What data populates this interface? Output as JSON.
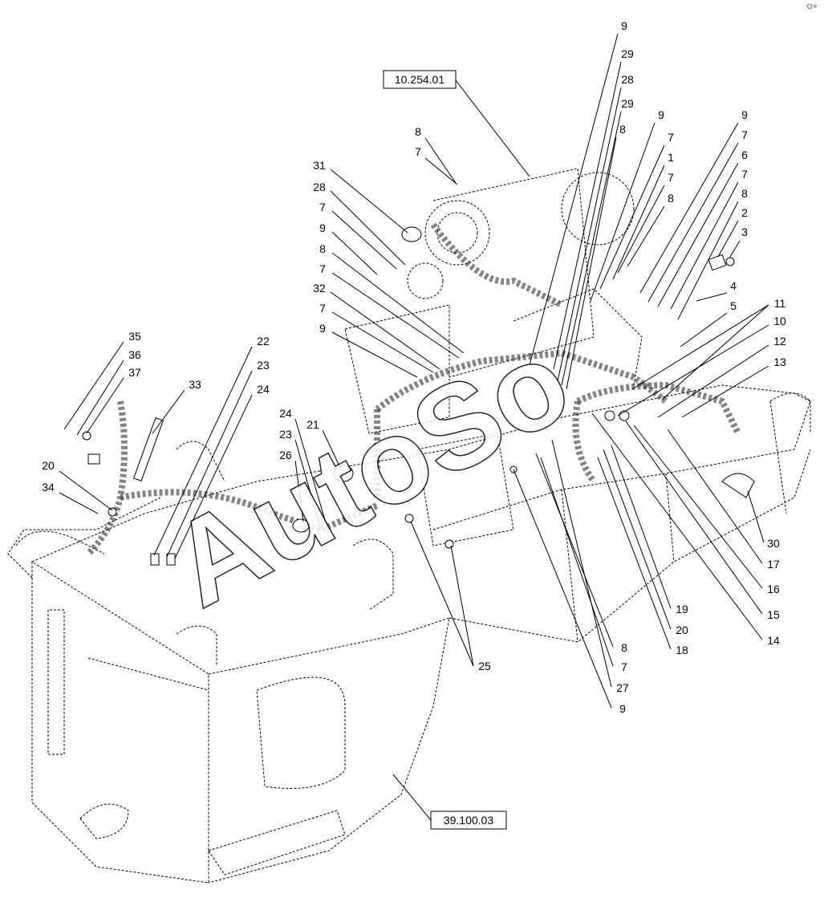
{
  "diagram": {
    "reference_boxes": [
      "10.254.01",
      "39.100.03"
    ],
    "callouts_top_right_column": [
      "9",
      "29",
      "28",
      "29",
      "8",
      "9",
      "7",
      "1",
      "7",
      "8"
    ],
    "callouts_right_column": [
      "9",
      "7",
      "6",
      "7",
      "8",
      "2",
      "3",
      "4",
      "5",
      "11",
      "10",
      "12",
      "13"
    ],
    "callouts_left_column": [
      "31",
      "28",
      "7",
      "9",
      "8",
      "7",
      "32",
      "7",
      "9"
    ],
    "callouts_top_left": [
      "8",
      "7"
    ],
    "callouts_far_left": [
      "35",
      "36",
      "37",
      "33",
      "20",
      "34"
    ],
    "callouts_mid_left": [
      "22",
      "23",
      "24",
      "24",
      "23",
      "26",
      "21"
    ],
    "callouts_bottom_middle": [
      "25",
      "8",
      "7",
      "27",
      "9"
    ],
    "callouts_bottom_right": [
      "19",
      "20",
      "18",
      "30",
      "17",
      "16",
      "15",
      "14"
    ],
    "watermark": "AutoSo"
  }
}
